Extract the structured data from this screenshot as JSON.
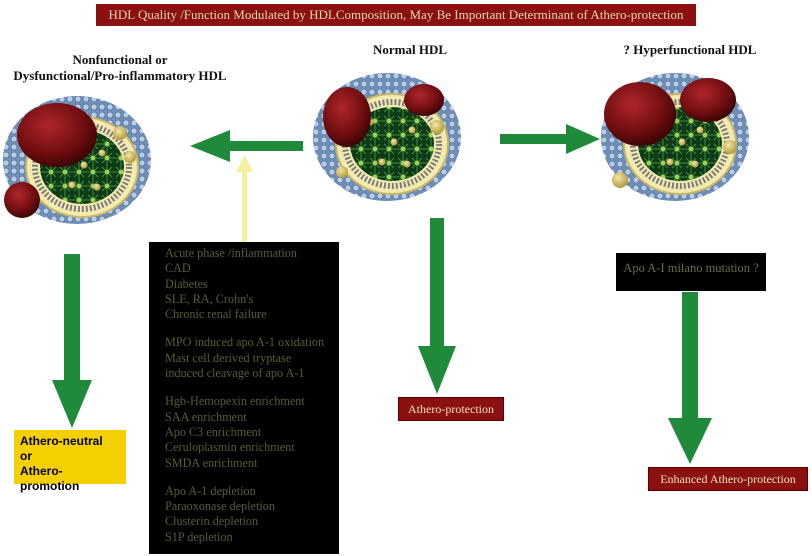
{
  "banner": "HDL Quality /Function Modulated by HDLComposition, May Be Important Determinant of Athero-protection",
  "titles": {
    "dysfunctional_line1": "Nonfunctional or",
    "dysfunctional_line2": "Dysfunctional/Pro-inflammatory HDL",
    "normal": "Normal HDL",
    "hyper": "? Hyperfunctional  HDL"
  },
  "factors": {
    "group1": [
      "Acute phase /inflammation",
      "CAD",
      "Diabetes",
      "SLE, RA, Crohn's",
      "Chronic renal failure"
    ],
    "group2": [
      "MPO induced apo A-1 oxidation",
      "Mast cell derived tryptase",
      "induced cleavage of apo A-1"
    ],
    "group3": [
      "Hgb-Hemopexin enrichment",
      "SAA enrichment",
      "Apo C3 enrichment",
      "Ceruloplasmin enrichment",
      "SMDA enrichment"
    ],
    "group4": [
      "Apo A-1 depletion",
      "Paraoxonase  depletion",
      "Clusterin depletion",
      "S1P depletion"
    ]
  },
  "mutation": "Apo A-I milano mutation ?",
  "outcomes": {
    "neutral_line1": "Athero-neutral",
    "neutral_line2": "or",
    "neutral_line3": "Athero-promotion",
    "protection": "Athero-protection",
    "enhanced": "Enhanced Athero-protection"
  },
  "colors": {
    "arrow_green": "#1f8a3a",
    "arrow_yellow": "#f6f0a0",
    "banner_red": "#8b1010",
    "outcome_yellow": "#f5d000"
  },
  "icons": [
    "hdl-particle-icon"
  ]
}
